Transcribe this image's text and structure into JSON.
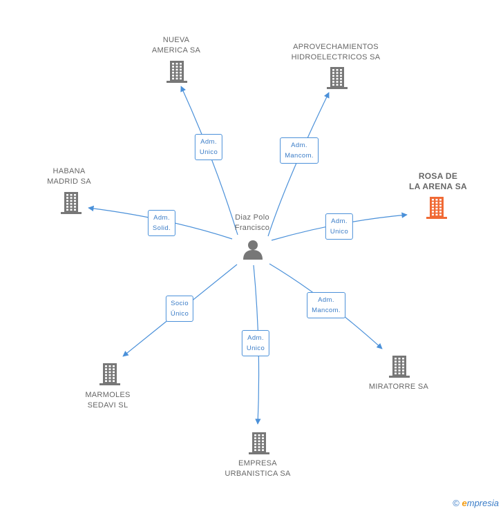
{
  "center": {
    "name_lines": [
      "Diaz Polo",
      "Francisco"
    ],
    "icon": "person-icon"
  },
  "companies": [
    {
      "id": "nueva",
      "lines": [
        "NUEVA",
        "AMERICA SA"
      ],
      "icon": "building-icon",
      "highlight": false
    },
    {
      "id": "aprov",
      "lines": [
        "APROVECHAMIENTOS",
        "HIDROELECTRICOS SA"
      ],
      "icon": "building-icon",
      "highlight": false
    },
    {
      "id": "habana",
      "lines": [
        "HABANA",
        "MADRID SA"
      ],
      "icon": "building-icon",
      "highlight": false
    },
    {
      "id": "rosa",
      "lines": [
        "ROSA DE",
        "LA ARENA SA"
      ],
      "icon": "building-icon",
      "highlight": true
    },
    {
      "id": "marmoles",
      "lines": [
        "MARMOLES",
        "SEDAVI SL"
      ],
      "icon": "building-icon",
      "highlight": false
    },
    {
      "id": "miratorre",
      "lines": [
        "MIRATORRE SA"
      ],
      "icon": "building-icon",
      "highlight": false
    },
    {
      "id": "empresa",
      "lines": [
        "EMPRESA",
        "URBANISTICA SA"
      ],
      "icon": "building-icon",
      "highlight": false
    }
  ],
  "relations": [
    {
      "to": "nueva",
      "lines": [
        "Adm.",
        "Unico"
      ]
    },
    {
      "to": "aprov",
      "lines": [
        "Adm.",
        "Mancom."
      ]
    },
    {
      "to": "habana",
      "lines": [
        "Adm.",
        "Solid."
      ]
    },
    {
      "to": "rosa",
      "lines": [
        "Adm.",
        "Unico"
      ]
    },
    {
      "to": "marmoles",
      "lines": [
        "Socio",
        "Único"
      ]
    },
    {
      "to": "empresa",
      "lines": [
        "Adm.",
        "Unico"
      ]
    },
    {
      "to": "miratorre",
      "lines": [
        "Adm.",
        "Mancom."
      ]
    }
  ],
  "colors": {
    "edge": "#4a90d9",
    "building": "#777777",
    "building_highlight": "#f06a35",
    "person": "#777777"
  },
  "footer": {
    "copyright": "©",
    "brand_initial": "e",
    "brand_rest": "mpresia"
  }
}
